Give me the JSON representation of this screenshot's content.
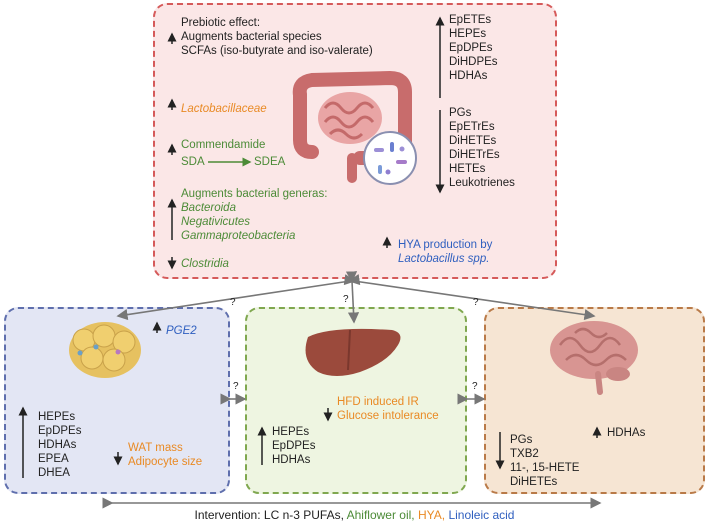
{
  "gut": {
    "prebiotic_title": "Prebiotic effect:",
    "prebiotic_line1": "Augments bacterial species",
    "prebiotic_line2": "SCFAs (iso-butyrate and iso-valerate)",
    "lactobacillaceae": "Lactobacillaceae",
    "commendamide": "Commendamide",
    "sda": "SDA",
    "sdea": "SDEA",
    "genera_title": "Augments bacterial generas:",
    "genera": [
      "Bacteroida",
      "Negativicutes",
      "Gammaproteobacteria"
    ],
    "clostridia": "Clostridia",
    "up_list": [
      "EpETEs",
      "HEPEs",
      "EpDPEs",
      "DiHDPEs",
      "HDHAs"
    ],
    "down_list": [
      "PGs",
      "EpETrEs",
      "DiHETEs",
      "DiHETrEs",
      "HETEs",
      "Leukotrienes"
    ],
    "hya_line1": "HYA production by",
    "hya_line2": "Lactobacillus spp."
  },
  "adipose": {
    "pge2": "PGE2",
    "up_list": [
      "HEPEs",
      "EpDPEs",
      "HDHAs",
      "EPEA",
      "DHEA"
    ],
    "wat_line1": "WAT mass",
    "wat_line2": "Adipocyte size"
  },
  "liver": {
    "hfd_line1": "HFD induced IR",
    "hfd_line2": "Glucose intolerance",
    "up_list": [
      "HEPEs",
      "EpDPEs",
      "HDHAs"
    ]
  },
  "brain": {
    "down_list": [
      "PGs",
      "TXB2",
      "11-, 15-HETE",
      "DiHETEs"
    ],
    "up_item": "HDHAs"
  },
  "question_mark": "?",
  "intervention": {
    "label": "Intervention: LC n-3 PUFAs,",
    "ahiflower": "Ahiflower oil,",
    "hya": "HYA,",
    "linoleic": "Linoleic acid"
  },
  "colors": {
    "gut_border": "#d55a5a",
    "gut_fill": "#fbe7e7",
    "adipose_border": "#5f6fad",
    "adipose_fill": "#e3e6f4",
    "liver_border": "#7fa74f",
    "liver_fill": "#eef5e1",
    "brain_border": "#b97a48",
    "brain_fill": "#f6e5d3",
    "orange": "#e98a25",
    "green": "#4c8b37",
    "blue": "#2f5fbf"
  }
}
